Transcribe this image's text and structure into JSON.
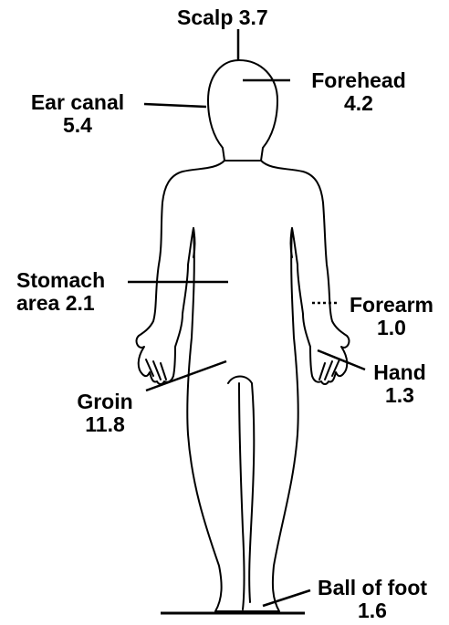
{
  "labels": {
    "scalp": {
      "text": "Scalp 3.7"
    },
    "forehead": {
      "name": "Forehead",
      "value": "4.2"
    },
    "ear_canal": {
      "name": "Ear canal",
      "value": "5.4"
    },
    "stomach": {
      "name": "Stomach",
      "value": "area 2.1"
    },
    "forearm": {
      "name": "Forearm",
      "value": "1.0"
    },
    "hand": {
      "name": "Hand",
      "value": "1.3"
    },
    "groin": {
      "name": "Groin",
      "value": "11.8"
    },
    "ball_of_foot": {
      "name": "Ball of foot",
      "value": "1.6"
    }
  },
  "colors": {
    "ink": "#000000",
    "background": "#ffffff"
  }
}
